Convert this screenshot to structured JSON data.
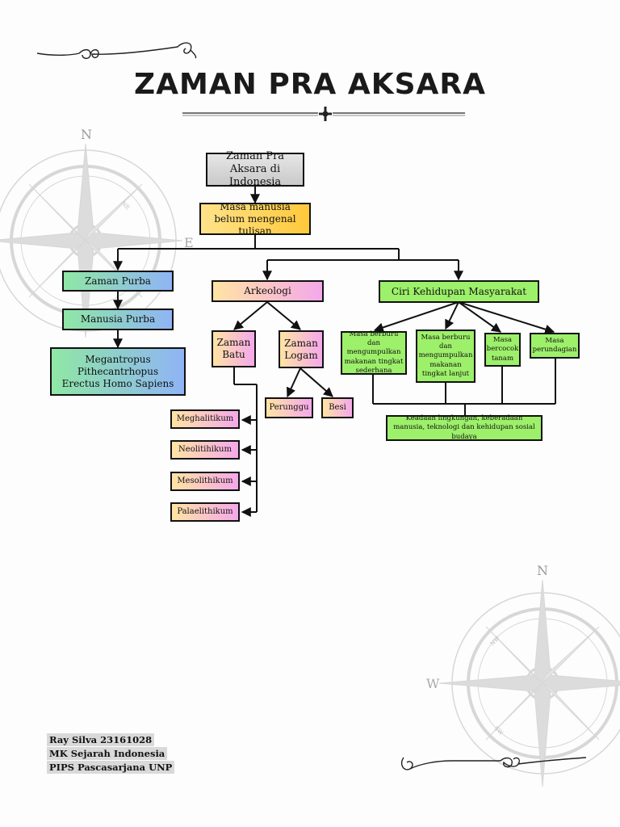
{
  "title": "ZAMAN PRA AKSARA",
  "nodes": {
    "root": "Zaman Pra Aksara di Indonesia",
    "masa": "Masa manusia belum mengenal tulisan",
    "zaman_purba": "Zaman Purba",
    "manusia_purba": "Manusia Purba",
    "species": "Megantropus Pithecantrhopus Erectus Homo Sapiens",
    "arkeologi": "Arkeologi",
    "zaman_batu": "Zaman Batu",
    "zaman_logam": "Zaman Logam",
    "perunggu": "Perunggu",
    "besi": "Besi",
    "meghalitikum": "Meghalitikum",
    "neolitihikum": "Neolitihikum",
    "mesolithikum": "Mesolithikum",
    "palaelithikum": "Palaelithikum",
    "ciri": "Ciri Kehidupan Masyarakat",
    "ciri1": "Masa berburu dan mengumpulkan makanan tingkat sederhana",
    "ciri2": "Masa berburu dan mengumpulkan makanan tingkat lanjut",
    "ciri3": "Masa bercocok tanam",
    "ciri4": "Masa perundagian",
    "keadaan": "Keadaan lingkungan, keberadaan manusia, teknologi dan kehidupan sosial budaya"
  },
  "compass": {
    "top_left": {
      "n": "N",
      "e": "E",
      "ne": "NE"
    },
    "bottom_right": {
      "n": "N",
      "w": "W",
      "nw": "NW",
      "sw": "SW"
    }
  },
  "footer": {
    "line1": "Ray Silva 23161028",
    "line2": "MK Sejarah Indonesia",
    "line3": "PIPS Pascasarjana UNP"
  },
  "colors": {
    "gray": "#d4d4d4",
    "yellow": "#ffd24d",
    "green": "#9df06a",
    "blue": "#8fb4f5",
    "pink": "#f4a8ea",
    "peach": "#ffe4a3"
  }
}
